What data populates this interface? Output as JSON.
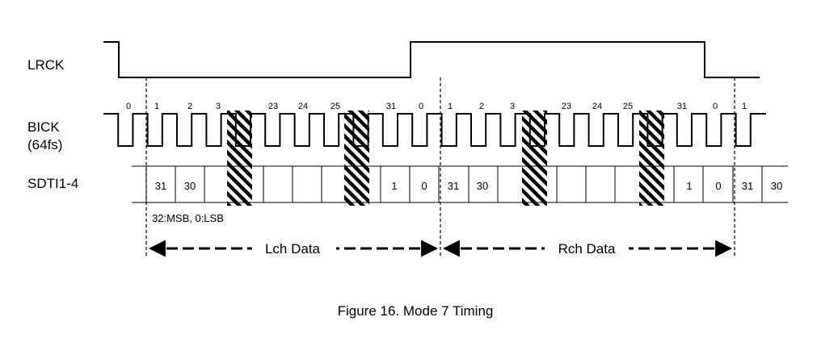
{
  "signals": {
    "lrck": "LRCK",
    "bick_line1": "BICK",
    "bick_line2": "(64fs)",
    "sdti": "SDTI1-4"
  },
  "bick_bit_labels": [
    "0",
    "1",
    "2",
    "3",
    "23",
    "24",
    "25",
    "31",
    "0",
    "1",
    "2",
    "3",
    "23",
    "24",
    "25",
    "31",
    "0",
    "1"
  ],
  "sdti_cells": [
    "31",
    "30",
    "",
    "",
    "",
    "",
    "1",
    "0",
    "31",
    "30",
    "",
    "",
    "",
    "",
    "1",
    "0",
    "31",
    "30"
  ],
  "note": "32:MSB, 0:LSB",
  "spans": {
    "left": "Lch Data",
    "right": "Rch Data"
  },
  "caption": "Figure 16. Mode 7 Timing"
}
